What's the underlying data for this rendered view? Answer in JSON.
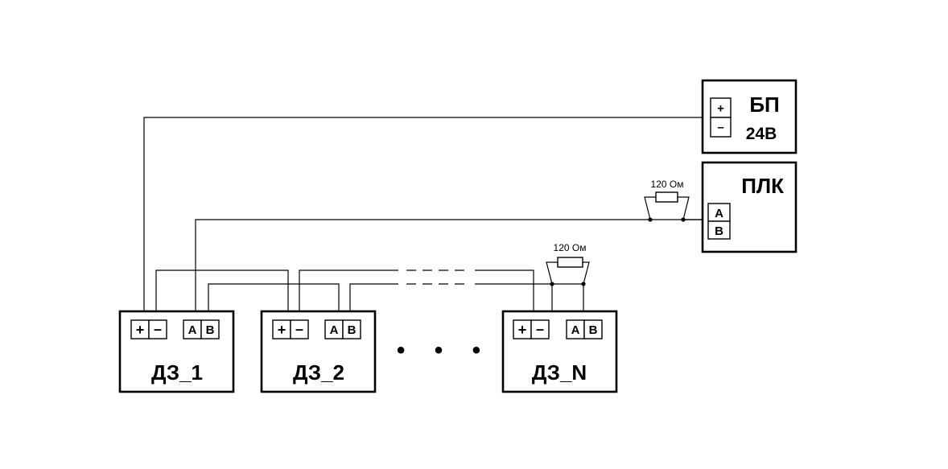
{
  "power_supply": {
    "title": "БП",
    "voltage": "24В",
    "terminal_plus": "+",
    "terminal_minus": "–"
  },
  "plc": {
    "title": "ПЛК",
    "terminal_a": "A",
    "terminal_b": "B"
  },
  "resistors": {
    "plc_label": "120 Ом",
    "end_label": "120 Ом"
  },
  "sensors": [
    {
      "name": "ДЗ_1",
      "plus": "+",
      "minus": "–",
      "a": "A",
      "b": "B"
    },
    {
      "name": "ДЗ_2",
      "plus": "+",
      "minus": "–",
      "a": "A",
      "b": "B"
    },
    {
      "name": "ДЗ_N",
      "plus": "+",
      "minus": "–",
      "a": "A",
      "b": "B"
    }
  ],
  "ellipsis": "• • •"
}
